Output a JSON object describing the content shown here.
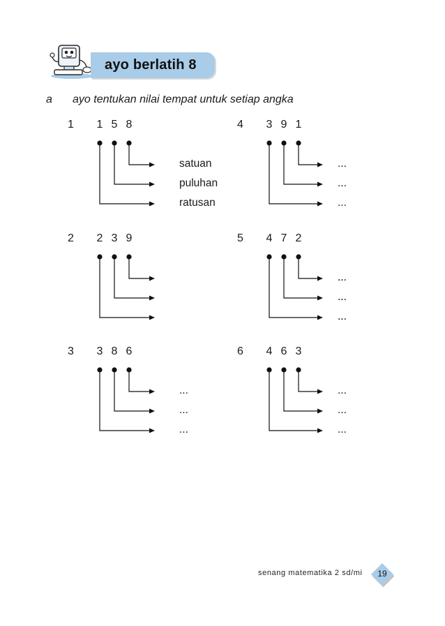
{
  "header": {
    "badge_label": "ayo berlatih 8",
    "mascot_icon": "computer-mascot-icon"
  },
  "section": {
    "letter": "a",
    "instruction": "ayo tentukan nilai tempat untuk setiap angka"
  },
  "exercises": [
    {
      "number": "1",
      "digits": [
        "1",
        "5",
        "8"
      ],
      "answers": [
        "satuan",
        "puluhan",
        "ratusan"
      ]
    },
    {
      "number": "2",
      "digits": [
        "2",
        "3",
        "9"
      ],
      "answers": [
        "...",
        "...",
        "..."
      ]
    },
    {
      "number": "3",
      "digits": [
        "3",
        "8",
        "6"
      ],
      "answers": [
        "...",
        "...",
        "..."
      ]
    },
    {
      "number": "4",
      "digits": [
        "3",
        "9",
        "1"
      ],
      "answers": [
        "...",
        "...",
        "..."
      ]
    },
    {
      "number": "5",
      "digits": [
        "4",
        "7",
        "2"
      ],
      "answers": [
        "...",
        "...",
        "..."
      ]
    },
    {
      "number": "6",
      "digits": [
        "4",
        "6",
        "3"
      ],
      "answers": [
        "...",
        "...",
        "..."
      ]
    }
  ],
  "footer": {
    "book_title": "senang matematika 2 sd/mi",
    "page_number": "19"
  },
  "colors": {
    "badge": "#a9cce8",
    "page_tab": "#a9cce8"
  }
}
